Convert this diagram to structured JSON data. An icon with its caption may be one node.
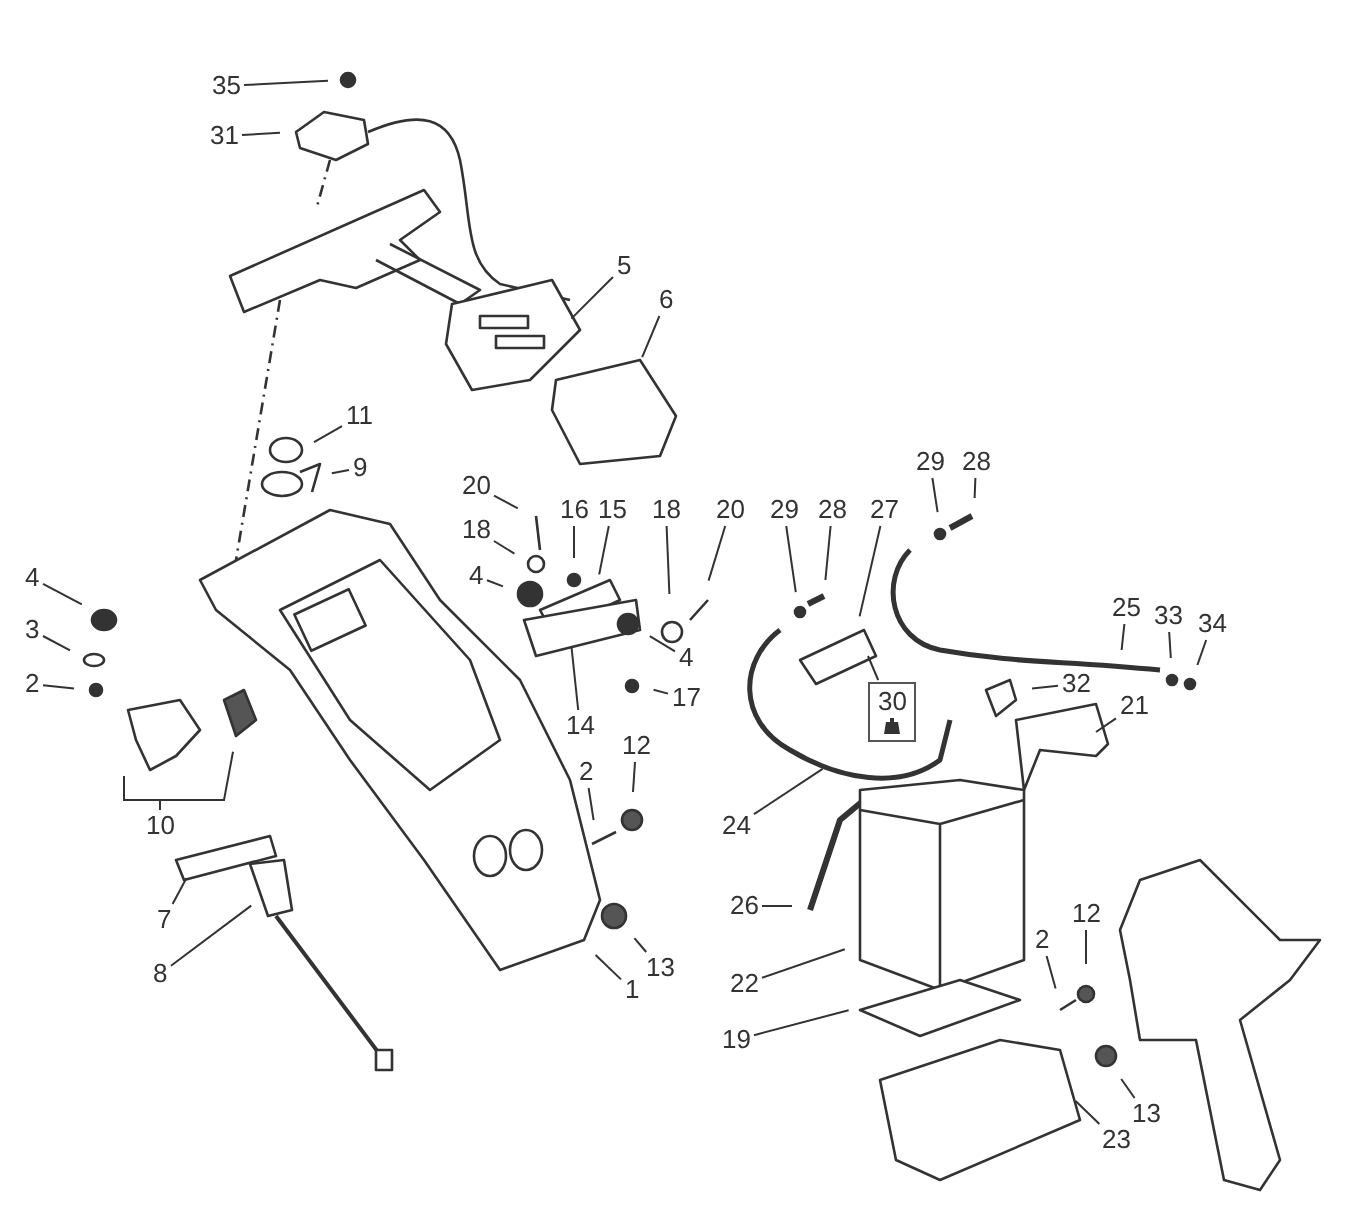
{
  "diagram": {
    "nodes": [
      {
        "text": [
          "35"
        ]
      },
      {
        "text": [
          "31"
        ]
      },
      {
        "text": [
          "5"
        ]
      },
      {
        "text": [
          "6"
        ]
      },
      {
        "text": [
          "11"
        ]
      },
      {
        "text": [
          "9"
        ]
      },
      {
        "text": [
          "20"
        ]
      },
      {
        "text": [
          "16"
        ]
      },
      {
        "text": [
          "15"
        ]
      },
      {
        "text": [
          "18"
        ]
      },
      {
        "text": [
          "20"
        ]
      },
      {
        "text": [
          "29"
        ]
      },
      {
        "text": [
          "28"
        ]
      },
      {
        "text": [
          "27"
        ]
      },
      {
        "text": [
          "18"
        ]
      },
      {
        "text": [
          "4"
        ]
      },
      {
        "text": [
          "29"
        ]
      },
      {
        "text": [
          "28"
        ]
      },
      {
        "text": [
          "4"
        ]
      },
      {
        "text": [
          "25"
        ]
      },
      {
        "text": [
          "33"
        ]
      },
      {
        "text": [
          "34"
        ]
      },
      {
        "text": [
          "3"
        ]
      },
      {
        "text": [
          "4"
        ]
      },
      {
        "text": [
          "2"
        ]
      },
      {
        "text": [
          "30"
        ]
      },
      {
        "text": [
          "32"
        ]
      },
      {
        "text": [
          "17"
        ]
      },
      {
        "text": [
          "21"
        ]
      },
      {
        "text": [
          "14"
        ]
      },
      {
        "text": [
          "12"
        ]
      },
      {
        "text": [
          "2"
        ]
      },
      {
        "text": [
          "10"
        ]
      },
      {
        "text": [
          "24"
        ]
      },
      {
        "text": [
          "26"
        ]
      },
      {
        "text": [
          "7"
        ]
      },
      {
        "text": [
          "13"
        ]
      },
      {
        "text": [
          "8"
        ]
      },
      {
        "text": [
          "22"
        ]
      },
      {
        "text": [
          "1"
        ]
      },
      {
        "text": [
          "19"
        ]
      },
      {
        "text": [
          "2"
        ]
      },
      {
        "text": [
          "12"
        ]
      },
      {
        "text": [
          "13"
        ]
      },
      {
        "text": [
          "23"
        ]
      }
    ],
    "edges": [
      {
        "from": 0,
        "to": null,
        "arrow": "none"
      },
      {
        "from": 1,
        "to": null,
        "arrow": "none"
      },
      {
        "from": 2,
        "to": null,
        "arrow": "none"
      },
      {
        "from": 3,
        "to": null,
        "arrow": "none"
      },
      {
        "from": 4,
        "to": null,
        "arrow": "none"
      },
      {
        "from": 5,
        "to": null,
        "arrow": "none"
      },
      {
        "from": 6,
        "to": null,
        "arrow": "none"
      },
      {
        "from": 7,
        "to": null,
        "arrow": "none"
      },
      {
        "from": 8,
        "to": null,
        "arrow": "none"
      },
      {
        "from": 9,
        "to": null,
        "arrow": "none"
      },
      {
        "from": 10,
        "to": null,
        "arrow": "none"
      },
      {
        "from": 11,
        "to": null,
        "arrow": "none"
      },
      {
        "from": 12,
        "to": null,
        "arrow": "none"
      },
      {
        "from": 13,
        "to": null,
        "arrow": "none"
      },
      {
        "from": 14,
        "to": null,
        "arrow": "none"
      },
      {
        "from": 15,
        "to": null,
        "arrow": "none"
      },
      {
        "from": 16,
        "to": null,
        "arrow": "none"
      },
      {
        "from": 17,
        "to": null,
        "arrow": "none"
      },
      {
        "from": 18,
        "to": null,
        "arrow": "none"
      },
      {
        "from": 19,
        "to": null,
        "arrow": "none"
      },
      {
        "from": 20,
        "to": null,
        "arrow": "none"
      },
      {
        "from": 21,
        "to": null,
        "arrow": "none"
      },
      {
        "from": 22,
        "to": null,
        "arrow": "none"
      },
      {
        "from": 23,
        "to": null,
        "arrow": "none"
      },
      {
        "from": 24,
        "to": null,
        "arrow": "none"
      },
      {
        "from": 25,
        "to": null,
        "arrow": "none"
      },
      {
        "from": 26,
        "to": null,
        "arrow": "none"
      },
      {
        "from": 27,
        "to": null,
        "arrow": "none"
      },
      {
        "from": 28,
        "to": null,
        "arrow": "none"
      },
      {
        "from": 29,
        "to": null,
        "arrow": "none"
      },
      {
        "from": 30,
        "to": null,
        "arrow": "none"
      },
      {
        "from": 31,
        "to": null,
        "arrow": "none"
      },
      {
        "from": 32,
        "to": null,
        "arrow": "none"
      },
      {
        "from": 32,
        "to": null,
        "arrow": "none"
      },
      {
        "from": 33,
        "to": null,
        "arrow": "none"
      },
      {
        "from": 34,
        "to": null,
        "arrow": "none"
      },
      {
        "from": 35,
        "to": null,
        "arrow": "none"
      },
      {
        "from": 36,
        "to": null,
        "arrow": "none"
      },
      {
        "from": 37,
        "to": null,
        "arrow": "none"
      },
      {
        "from": 38,
        "to": null,
        "arrow": "none"
      },
      {
        "from": 39,
        "to": null,
        "arrow": "none"
      },
      {
        "from": 40,
        "to": null,
        "arrow": "none"
      },
      {
        "from": 41,
        "to": null,
        "arrow": "none"
      },
      {
        "from": 42,
        "to": null,
        "arrow": "none"
      },
      {
        "from": 43,
        "to": null,
        "arrow": "none"
      },
      {
        "from": 44,
        "to": null,
        "arrow": "none"
      }
    ]
  }
}
